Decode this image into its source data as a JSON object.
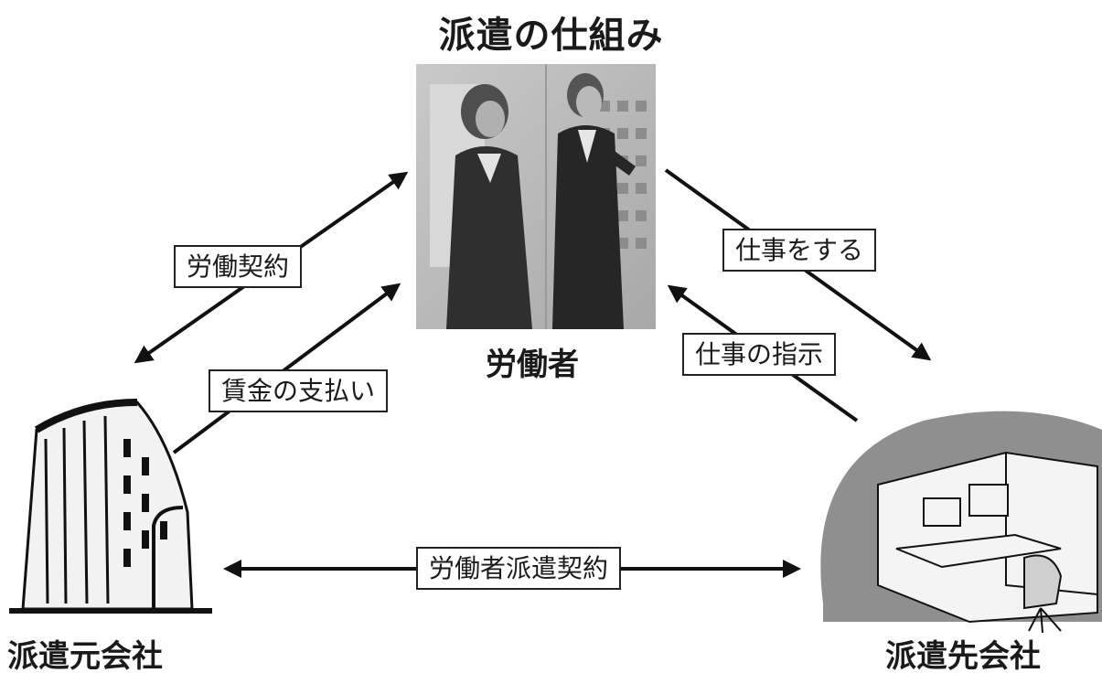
{
  "diagram": {
    "title": "派遣の仕組み",
    "nodes": {
      "worker": "労働者",
      "dispatching_company": "派遣元会社",
      "client_company": "派遣先会社"
    },
    "edges": {
      "labor_contract": "労働契約",
      "wage_payment": "賃金の支払い",
      "do_work": "仕事をする",
      "work_instructions": "仕事の指示",
      "dispatch_contract": "労働者派遣契約"
    }
  }
}
